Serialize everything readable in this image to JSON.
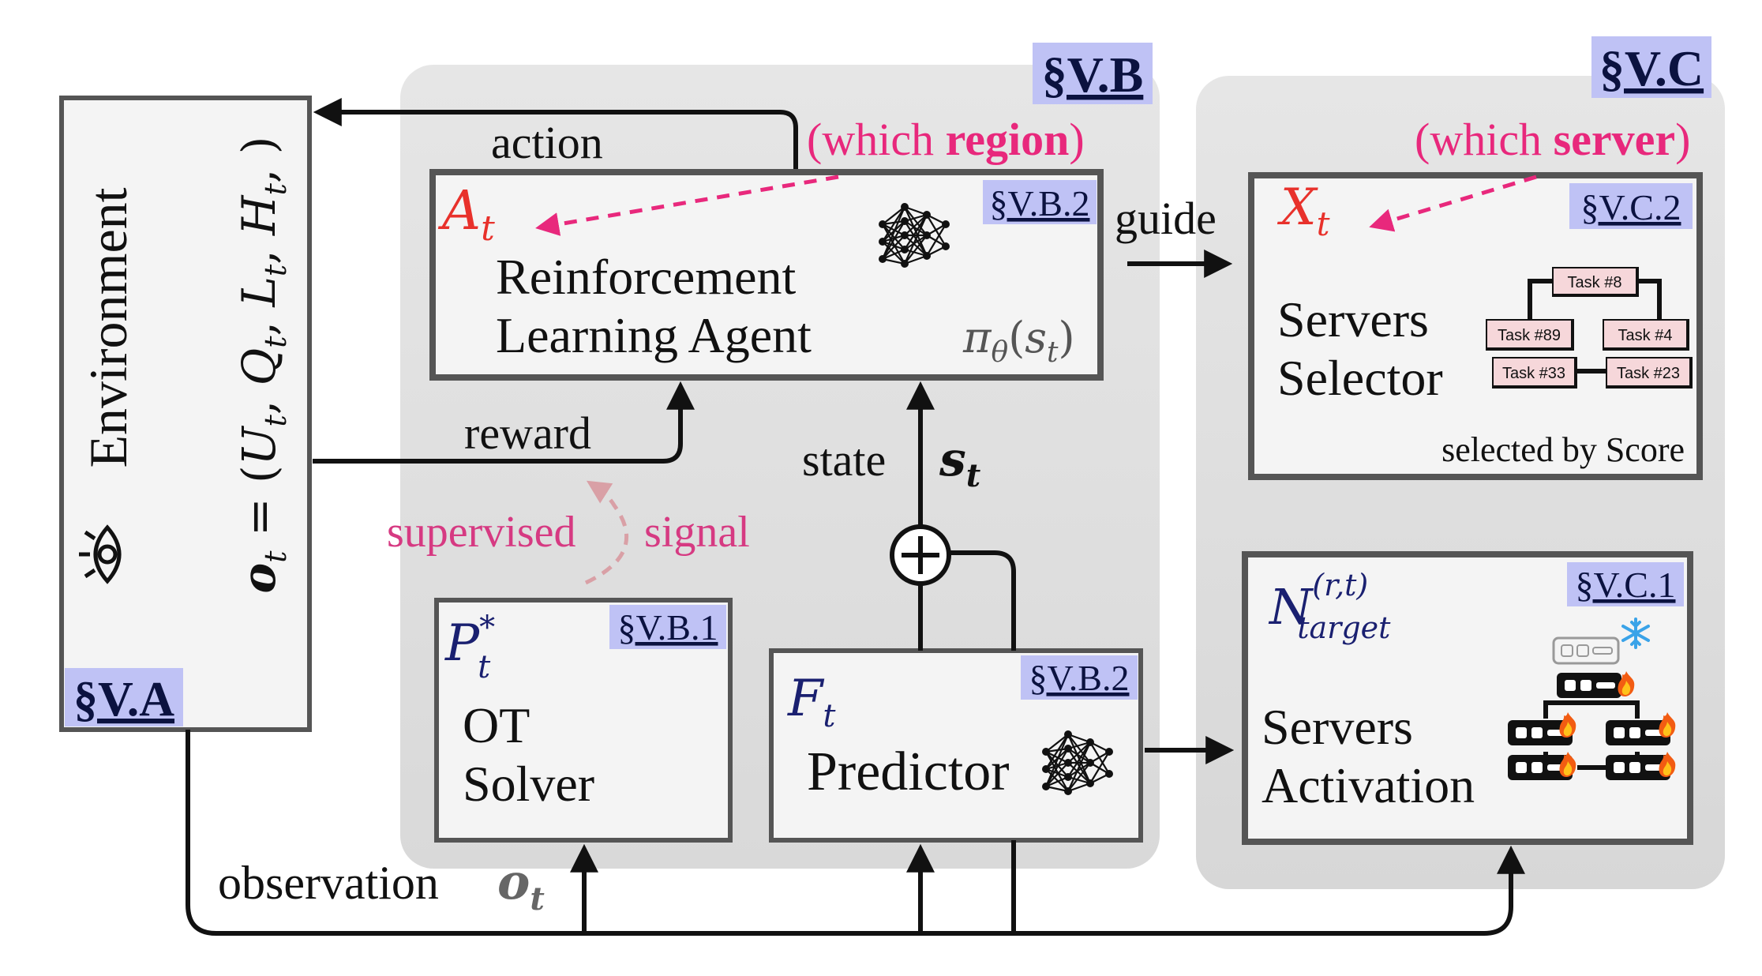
{
  "sections": {
    "vb": "§V.B",
    "vc": "§V.C",
    "va": "§V.A",
    "vb2_agent": "§V.B.2",
    "vc2": "§V.C.2",
    "vb1": "§V.B.1",
    "vb2_pred": "§V.B.2",
    "vc1": "§V.C.1"
  },
  "environment": {
    "title": "Environment",
    "obs_lhs": "o",
    "obs_lhs_sub": "t",
    "obs_eq": " = (",
    "u": "U",
    "q": "Q",
    "l": "L",
    "h": "H",
    "sub": "t",
    "comma": ", ",
    "close": ")"
  },
  "agent": {
    "symbol": "A",
    "symbol_sub": "t",
    "line1": "Reinforcement",
    "line2": "Learning  Agent",
    "policy": "π",
    "policy_sub": "θ",
    "policy_arg_open": "(",
    "policy_arg": "s",
    "policy_arg_sub": "t",
    "policy_arg_close": ")"
  },
  "selector": {
    "symbol": "X",
    "symbol_sub": "t",
    "line1": "Servers",
    "line2": "Selector",
    "note": "selected by Score",
    "tasks": [
      "Task #8",
      "Task #89",
      "Task #4",
      "Task #33",
      "Task #23"
    ]
  },
  "solver": {
    "symbol": "P",
    "symbol_sup": "*",
    "symbol_sub": "t",
    "line1": "OT",
    "line2": "Solver"
  },
  "predictor": {
    "symbol": "F",
    "symbol_sub": "t",
    "label": "Predictor"
  },
  "activation": {
    "symbol": "N",
    "symbol_sup": "(r,t)",
    "symbol_sub": "target",
    "line1": "Servers",
    "line2": "Activation"
  },
  "labels": {
    "action": "action",
    "which_open": "(which ",
    "region": "region",
    "server": "server",
    "which_close": ")",
    "reward": "reward",
    "supervised": "supervised",
    "signal": "signal",
    "guide": "guide",
    "state": "state",
    "state_sym": "s",
    "state_sub": "t",
    "observation": "observation",
    "obs_sym": "o",
    "obs_sub": "t",
    "plus": "+"
  },
  "colors": {
    "accent_pink": "#e8287c",
    "symbol_red": "#e8312b",
    "symbol_navy": "#1a2070",
    "section_bg": "#bfc2f5",
    "panel_bg": "#e3e3e3",
    "box_border": "#555555",
    "box_fill": "#f4f4f4"
  }
}
